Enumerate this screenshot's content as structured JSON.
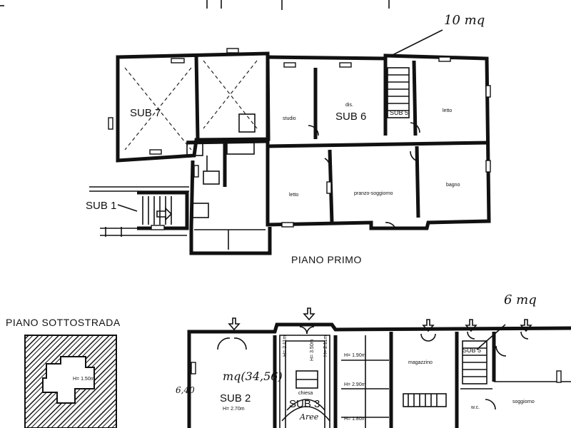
{
  "plans": {
    "first_floor": {
      "title": "PIANO PRIMO",
      "units": {
        "sub7": "SUB 7",
        "sub6": "SUB 6",
        "sub5": "SUB 5",
        "sub1": "SUB 1"
      },
      "rooms": {
        "studio": "studio",
        "letto_top": "letto",
        "letto_bottom": "letto",
        "pranzo": "pranzo-soggiorno",
        "bagno": "bagno",
        "dis": "dis."
      },
      "note_handwritten": "10 mq"
    },
    "basement": {
      "title": "PIANO SOTTOSTRADA",
      "units": {
        "sub2": "SUB 2",
        "sub3": "SUB 3",
        "sub5": "SUB 5"
      },
      "rooms": {
        "chiesa": "chiesa",
        "magazzino": "magazzino",
        "soggiorno": "soggiorno",
        "wc": "w.c."
      },
      "heights": {
        "h150_small": "H= 1.50m",
        "h150": "H= 1.90m",
        "h290": "H= 2.90m",
        "h180": "H= 1.80m",
        "h270": "H= 2.70m",
        "h211_a": "H= 2.11m",
        "h211_b": "H= 2.11m",
        "h350": "H= 3.50m"
      },
      "note_handwritten_area": "mq(34,56)",
      "note_handwritten_side": "6,40",
      "note_handwritten_top": "6 mq",
      "note_handwritten_bottom": "Aree"
    }
  }
}
